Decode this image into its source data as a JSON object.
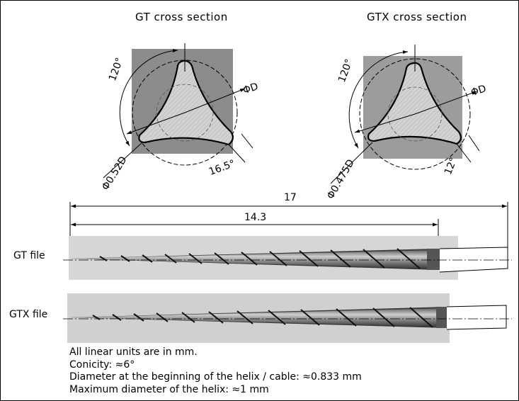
{
  "cross_sections": {
    "gt": {
      "title": "GT cross section",
      "angle_label": "120°",
      "diameter_label": "ΦD",
      "inner_label": "Φ0.52D",
      "edge_angle_label": "16.5°"
    },
    "gtx": {
      "title": "GTX cross section",
      "angle_label": "120°",
      "diameter_label": "ΦD",
      "inner_label": "Φ0.475D",
      "edge_angle_label": "12°"
    }
  },
  "dimensions": {
    "total_length": "17",
    "helix_length": "14.3"
  },
  "files": {
    "gt_label": "GT file",
    "gtx_label": "GTX file"
  },
  "notes": [
    "All linear units are in mm.",
    "Conicity: ≈6°",
    "Diameter at the beginning of the helix / cable: ≈0.833 mm",
    "Maximum diameter of the helix: ≈1 mm"
  ]
}
